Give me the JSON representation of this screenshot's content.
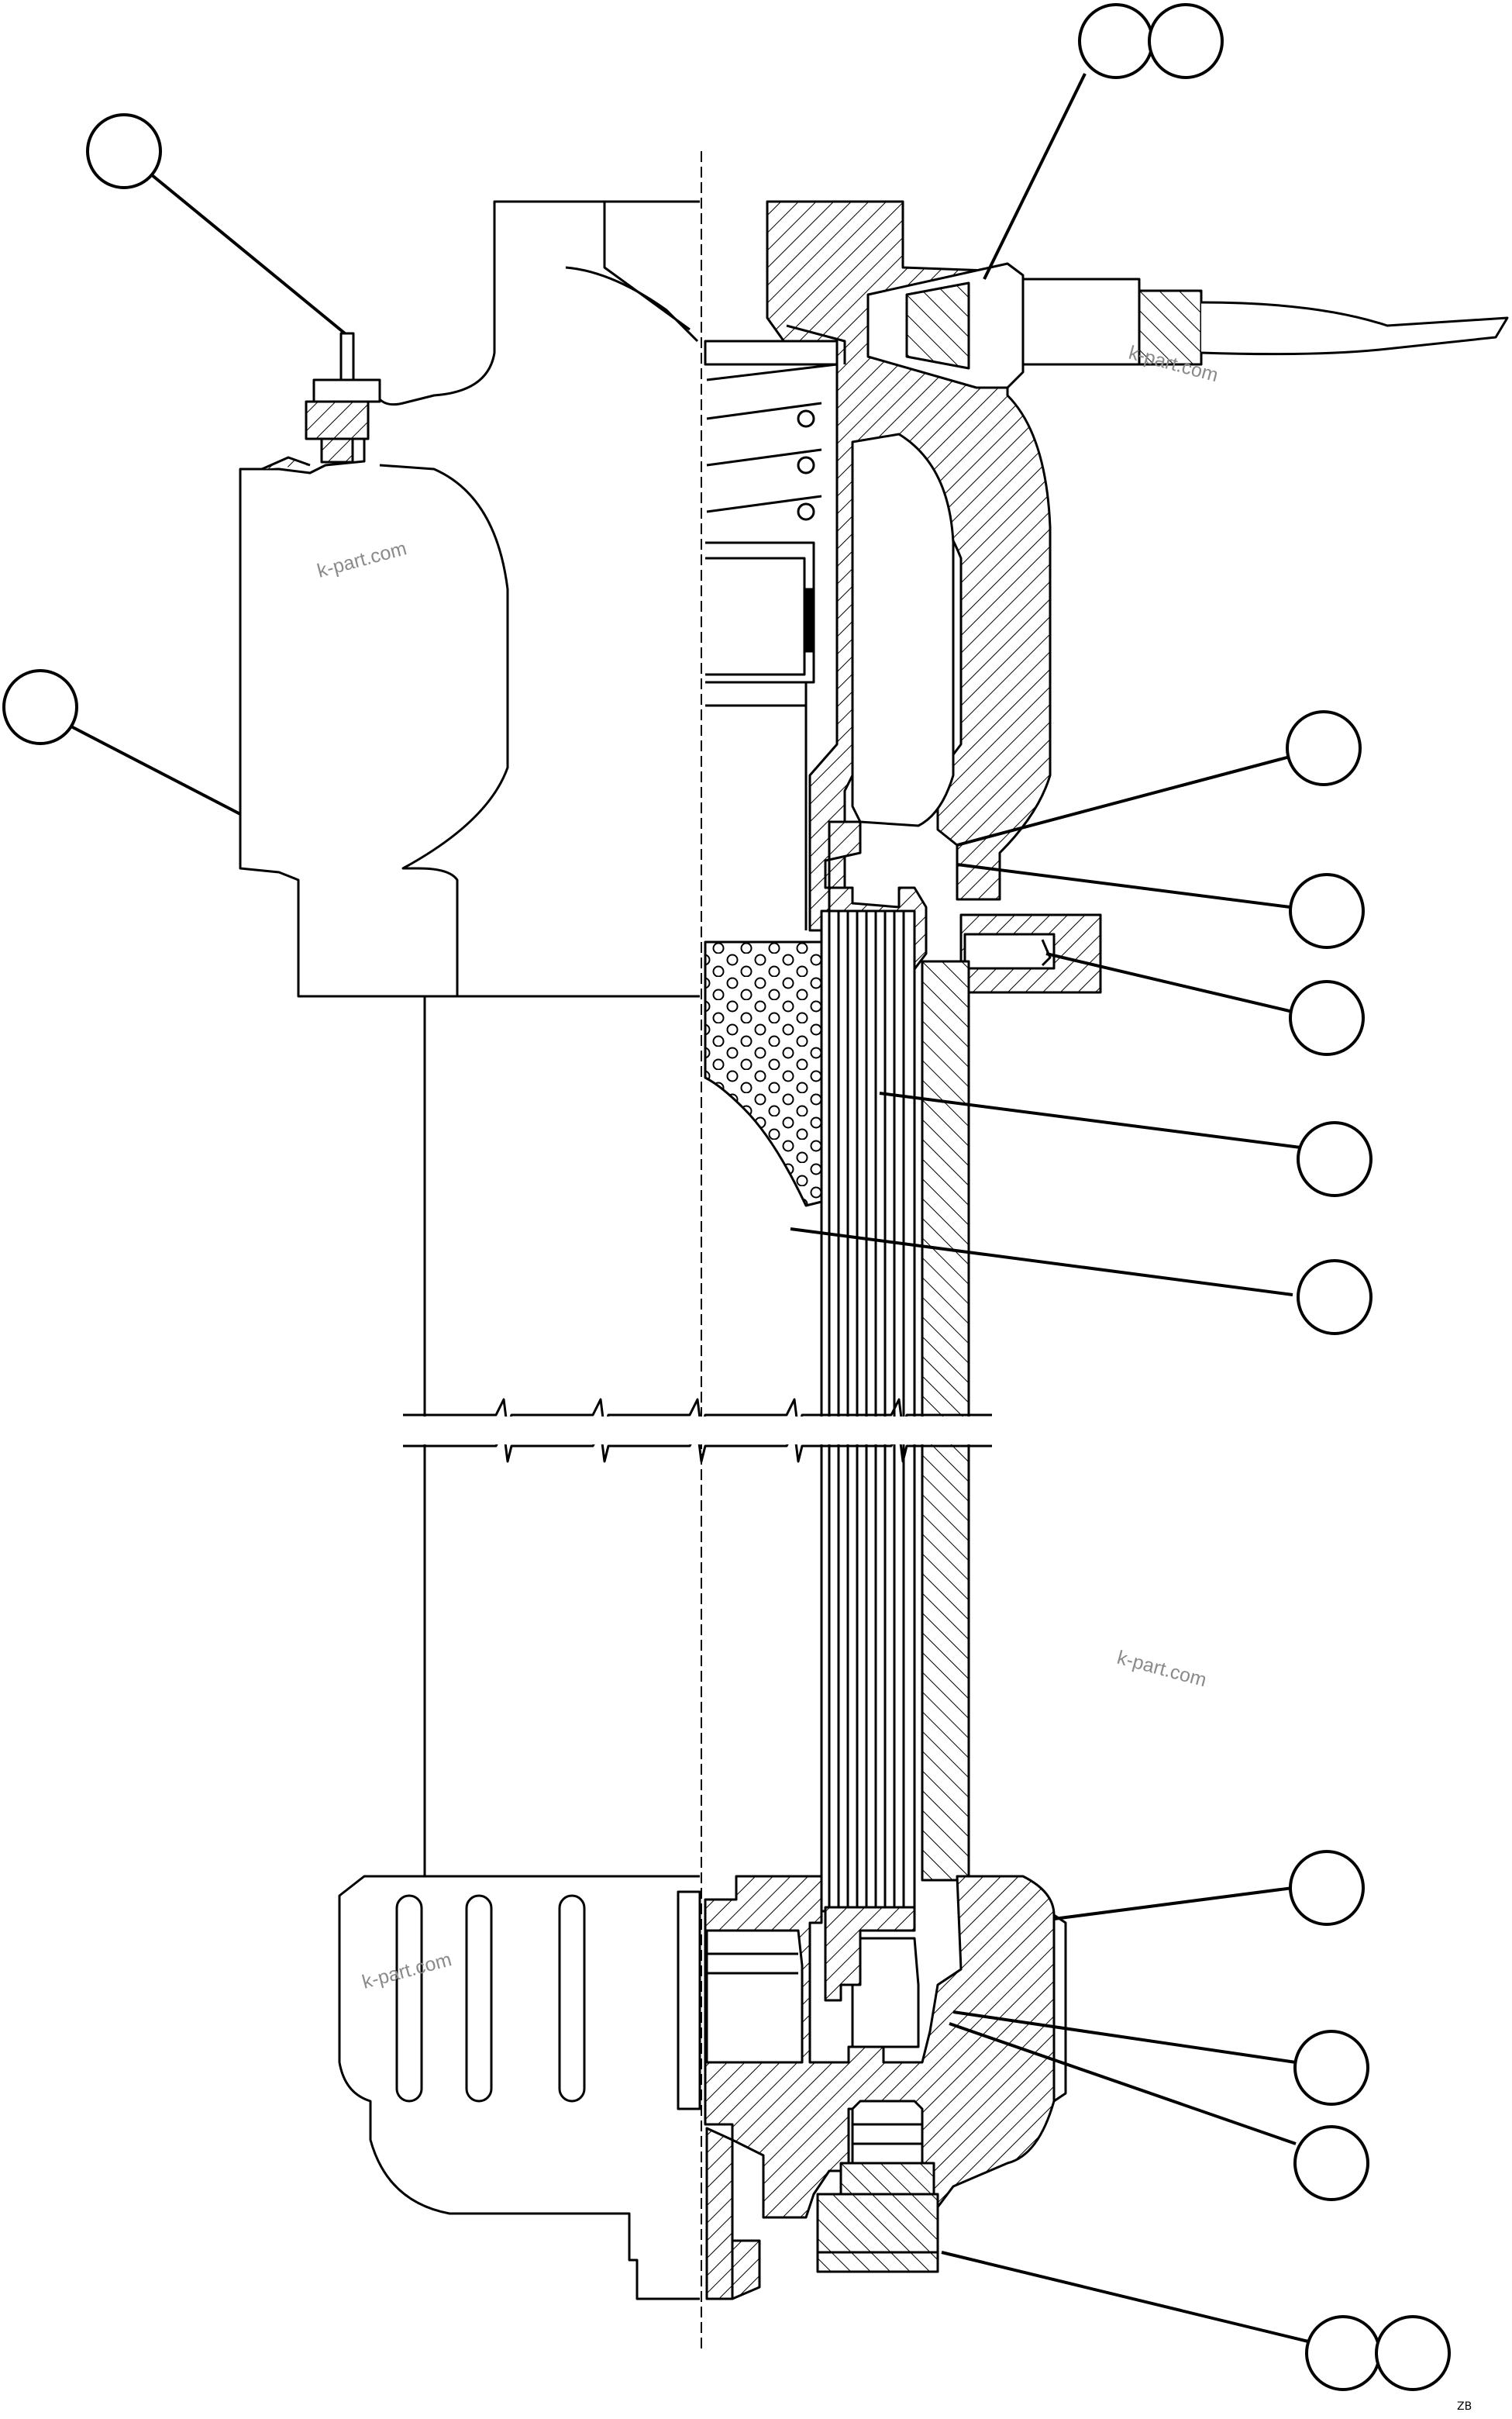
{
  "diagram": {
    "watermarks": [
      "k-part.com",
      "k-part.com",
      "k-part.com",
      "k-part.com"
    ],
    "figure_code": "ZB",
    "callouts": [
      "",
      "",
      "",
      "",
      "",
      "",
      "",
      "",
      "",
      "",
      "",
      "",
      "",
      "",
      "",
      ""
    ],
    "colors": {
      "stroke": "#000000",
      "background": "#ffffff",
      "watermark": "#8a8a8a"
    }
  }
}
